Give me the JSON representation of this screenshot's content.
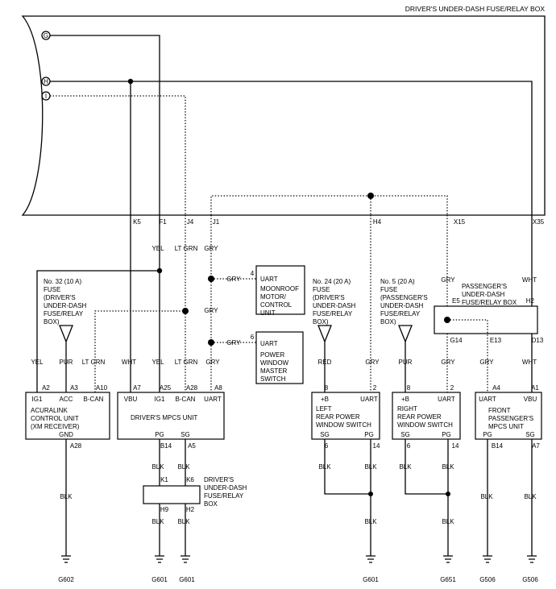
{
  "title": "DRIVER'S UNDER-DASH FUSE/RELAY BOX",
  "connectors": {
    "g": "G",
    "h": "H",
    "i": "I"
  },
  "top_terminals": {
    "k5": "K5",
    "f1": "F1",
    "j4": "J4",
    "j1": "J1",
    "h4": "H4",
    "x15": "X15",
    "x35": "X35"
  },
  "wires": {
    "yel": "YEL",
    "ltgrn": "LT GRN",
    "gry": "GRY",
    "wht": "WHT",
    "pur": "PUR",
    "red": "RED",
    "blk": "BLK"
  },
  "fuses": {
    "f32": [
      "No. 32 (10 A)",
      "FUSE",
      "(DRIVER'S",
      "UNDER-DASH",
      "FUSE/RELAY",
      "BOX)"
    ],
    "f24": [
      "No. 24 (20 A)",
      "FUSE",
      "(DRIVER'S",
      "UNDER-DASH",
      "FUSE/RELAY",
      "BOX)"
    ],
    "f5": [
      "No. 5 (20 A)",
      "FUSE",
      "(PASSENGER'S",
      "UNDER-DASH",
      "FUSE/RELAY",
      "BOX)"
    ]
  },
  "passenger_box": {
    "lines": [
      "PASSENGER'S",
      "UNDER-DASH",
      "FUSE/RELAY BOX"
    ],
    "e5": "E5",
    "h2": "H2",
    "g14": "G14",
    "e13": "E13",
    "d13": "D13"
  },
  "moonroof": {
    "pin": "4",
    "uart": "UART",
    "name": [
      "MOONROOF",
      "MOTOR/",
      "CONTROL",
      "UNIT"
    ]
  },
  "pwms": {
    "pin": "6",
    "uart": "UART",
    "name": [
      "POWER",
      "WINDOW",
      "MASTER",
      "SWITCH"
    ]
  },
  "acuralink": {
    "pins": {
      "a2": "A2",
      "a3": "A3",
      "a10": "A10",
      "a28": "A28"
    },
    "labels": {
      "ig1": "IG1",
      "acc": "ACC",
      "bcan": "B-CAN",
      "gnd": "GND"
    },
    "name": [
      "ACURALINK",
      "CONTROL UNIT",
      "(XM RECEIVER)"
    ]
  },
  "drv_mpcs": {
    "pins": {
      "a7": "A7",
      "a25": "A25",
      "a28": "A28",
      "a8": "A8",
      "b14": "B14",
      "a5": "A5"
    },
    "labels": {
      "vbu": "VBU",
      "ig1": "IG1",
      "bcan": "B-CAN",
      "uart": "UART",
      "pg": "PG",
      "sg": "SG"
    },
    "name": "DRIVER'S MPCS UNIT"
  },
  "lrpws": {
    "pins": {
      "p8": "8",
      "p2": "2",
      "p6": "6",
      "p14": "14"
    },
    "labels": {
      "b": "+B",
      "uart": "UART",
      "sg": "SG",
      "pg": "PG"
    },
    "name": [
      "LEFT",
      "REAR POWER",
      "WINDOW SWITCH"
    ]
  },
  "rrpws": {
    "pins": {
      "p8": "8",
      "p2": "2",
      "p6": "6",
      "p14": "14"
    },
    "labels": {
      "b": "+B",
      "uart": "UART",
      "sg": "SG",
      "pg": "PG"
    },
    "name": [
      "RIGHT",
      "REAR POWER",
      "WINDOW SWITCH"
    ]
  },
  "fp_mpcs": {
    "pins": {
      "a4": "A4",
      "a1": "A1",
      "b14": "B14",
      "a7": "A7"
    },
    "labels": {
      "uart": "UART",
      "vbu": "VBU",
      "pg": "PG",
      "sg": "SG"
    },
    "name": [
      "FRONT",
      "PASSENGER'S",
      "MPCS UNIT"
    ]
  },
  "lower_box": {
    "k1": "K1",
    "k6": "K6",
    "h9": "H9",
    "h2": "H2",
    "name": [
      "DRIVER'S",
      "UNDER-DASH",
      "FUSE/RELAY",
      "BOX"
    ]
  },
  "grounds": {
    "g602": "G602",
    "g601a": "G601",
    "g601b": "G601",
    "g601c": "G601",
    "g651": "G651",
    "g506a": "G506",
    "g506b": "G506"
  }
}
